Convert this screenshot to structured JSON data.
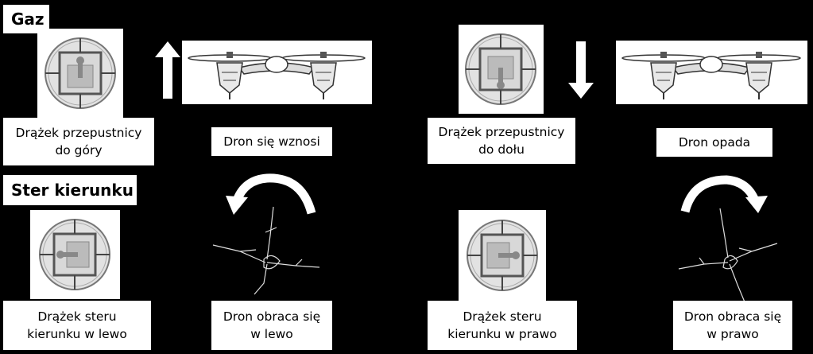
{
  "sections": {
    "throttle": {
      "heading": "Gaz",
      "up": {
        "stick_label": "Drążek przepustnicy\ndo góry",
        "drone_label": "Dron się wznosi",
        "stick_direction": "up",
        "arrow_icon": "arrow-up-icon"
      },
      "down": {
        "stick_label": "Drążek przepustnicy\ndo dołu",
        "drone_label": "Dron opada",
        "stick_direction": "down",
        "arrow_icon": "arrow-down-icon"
      }
    },
    "rudder": {
      "heading": "Ster kierunku",
      "left": {
        "stick_label": "Drążek steru\nkierunku w lewo",
        "drone_label": "Dron obraca się\nw lewo",
        "stick_direction": "left",
        "arrow_icon": "rotate-left-icon"
      },
      "right": {
        "stick_label": "Drążek steru\nkierunku w prawo",
        "drone_label": "Dron obraca się\nw prawo",
        "stick_direction": "right",
        "arrow_icon": "rotate-right-icon"
      }
    }
  }
}
